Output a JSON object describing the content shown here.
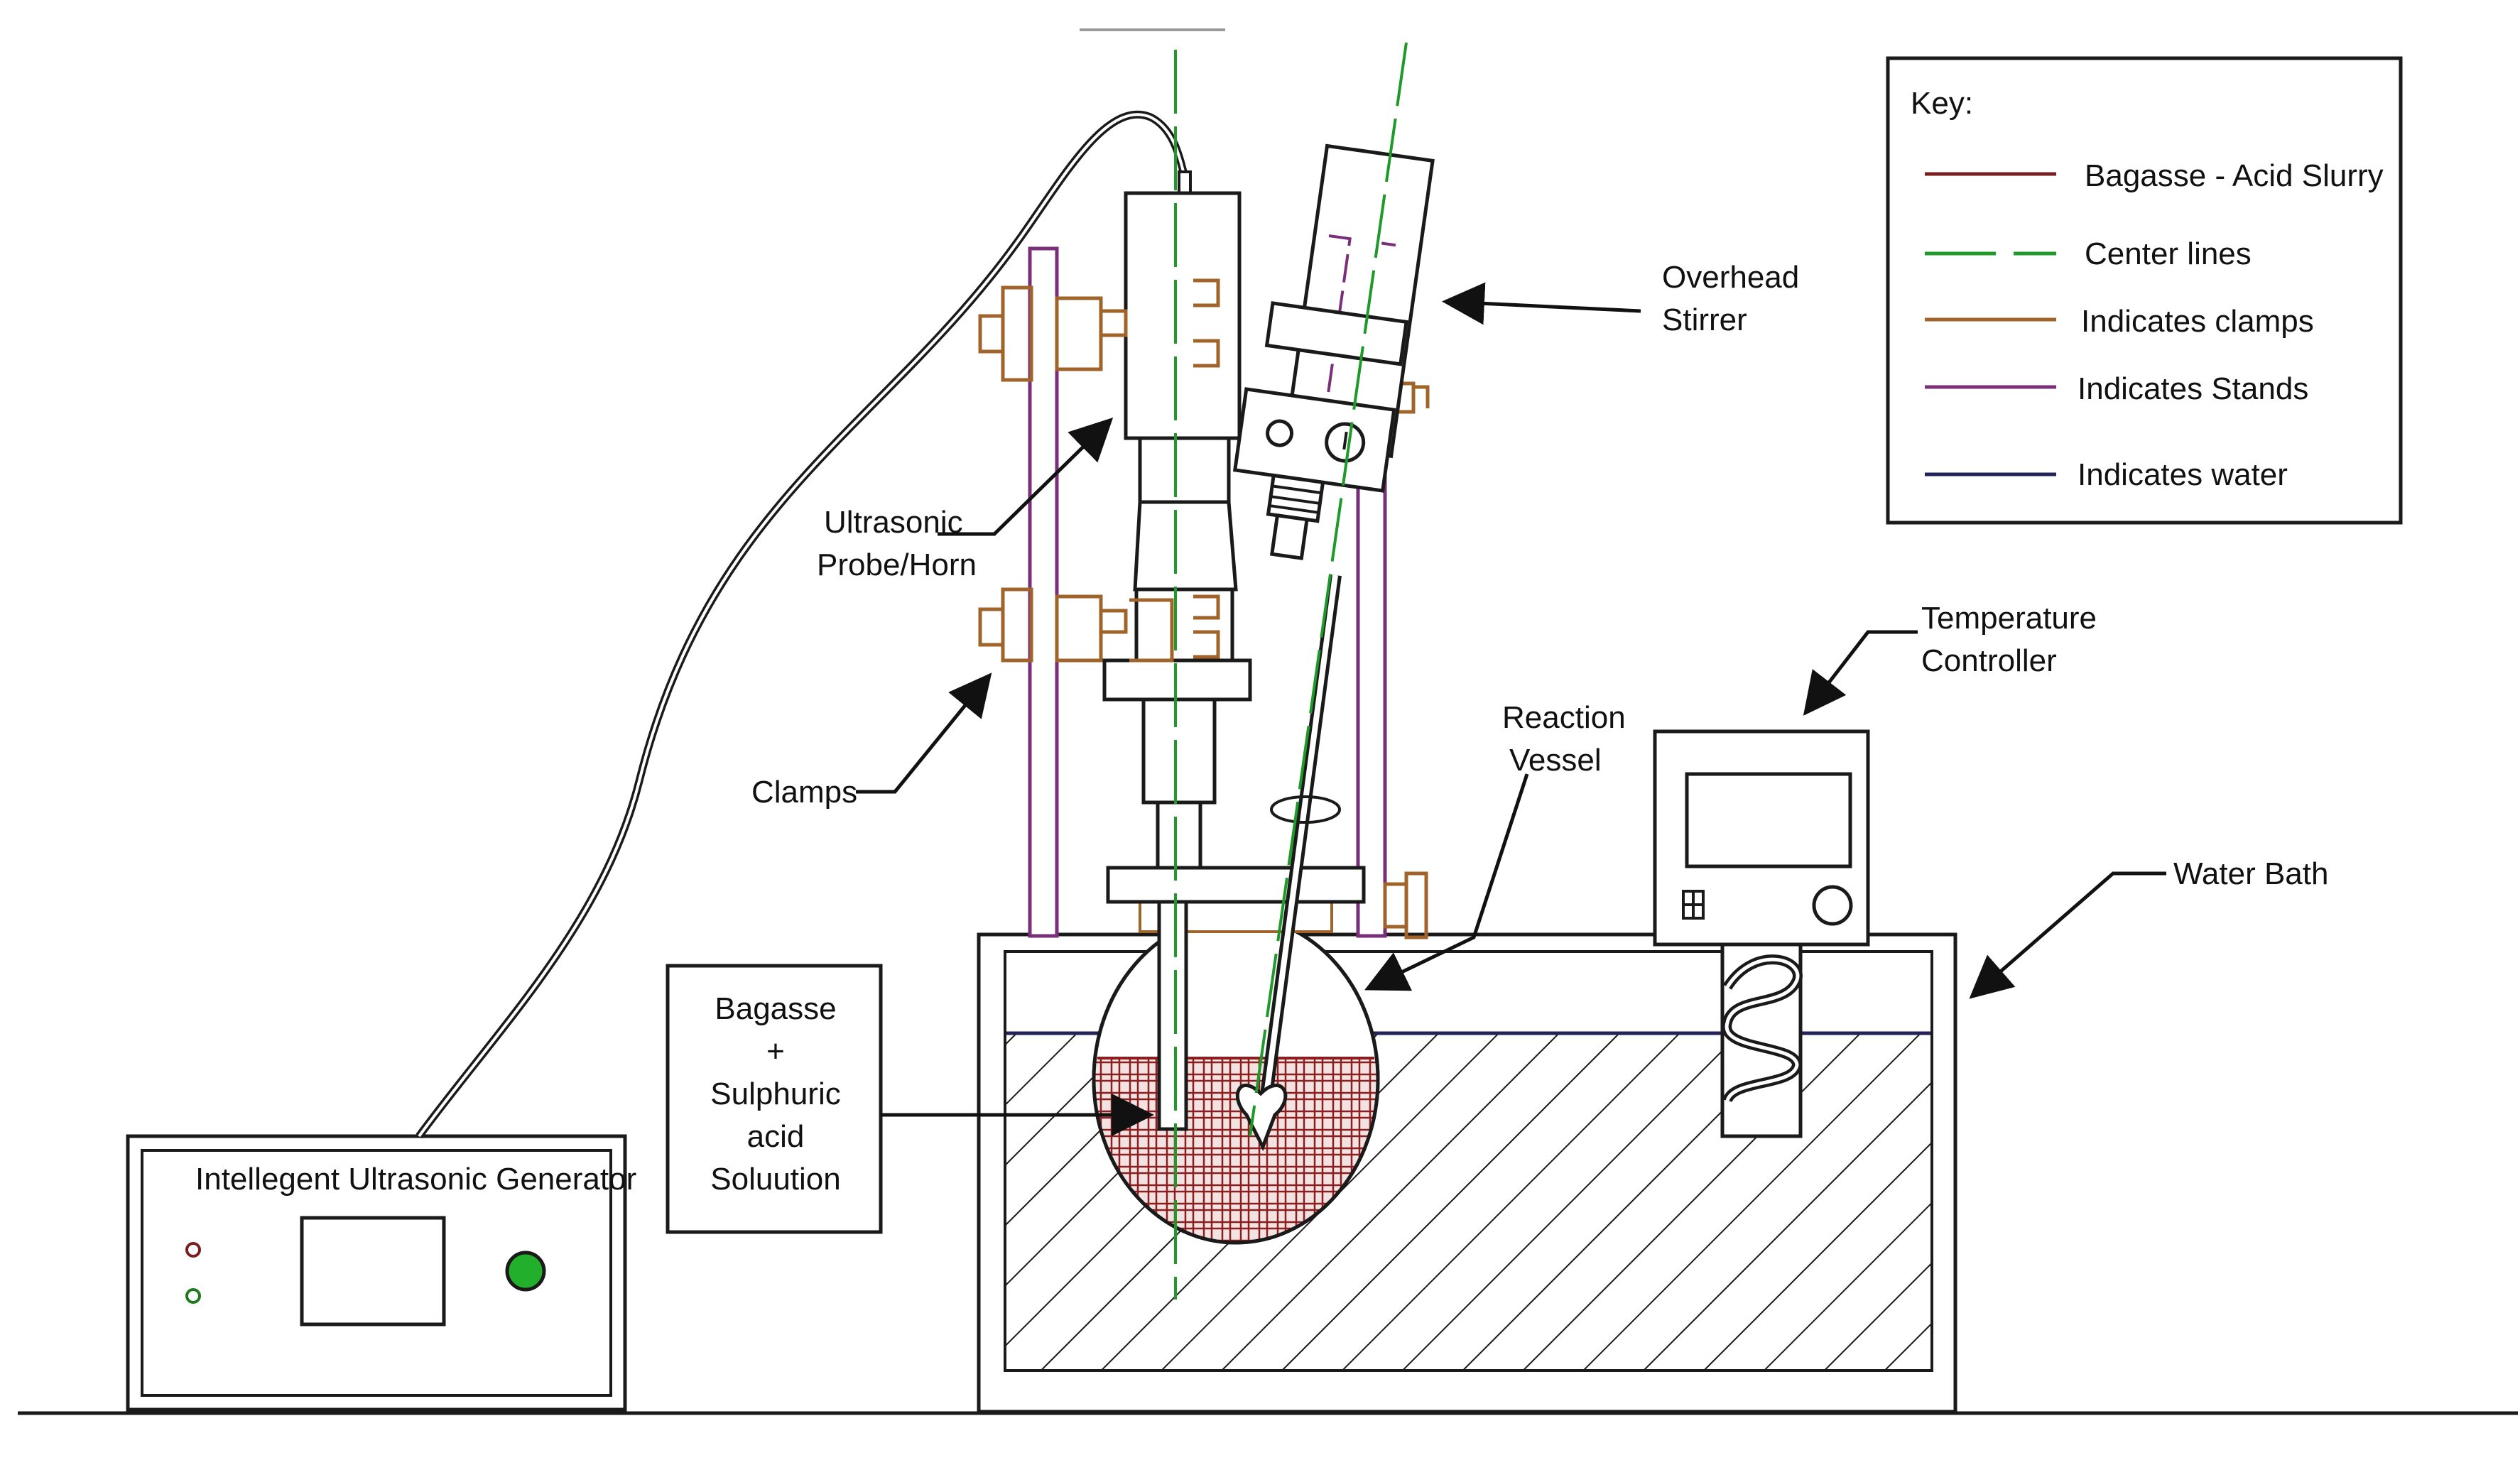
{
  "labels": {
    "overhead_stirrer": [
      "Overhead",
      "Stirrer"
    ],
    "ultrasonic_probe": [
      "Ultrasonic",
      "Probe/Horn"
    ],
    "clamps": "Clamps",
    "reaction_vessel": [
      "Reaction",
      "Vessel"
    ],
    "temperature_controller": [
      "Temperature",
      "Controller"
    ],
    "water_bath": "Water Bath",
    "solution_box": [
      "Bagasse",
      "+",
      "Sulphuric",
      "acid",
      "Soluution"
    ],
    "generator_title": "Intellegent Ultrasonic Generator"
  },
  "key": {
    "title": "Key:",
    "items": [
      {
        "label": "Bagasse - Acid Slurry",
        "color": "#7a1f1f",
        "style": "solid"
      },
      {
        "label": "Center lines",
        "color": "#1f9a2a",
        "style": "dashed"
      },
      {
        "label": "Indicates clamps",
        "color": "#a0642a",
        "style": "solid"
      },
      {
        "label": "Indicates Stands",
        "color": "#7a2f7a",
        "style": "solid"
      },
      {
        "label": "Indicates water",
        "color": "#23235a",
        "style": "solid"
      }
    ]
  },
  "colors": {
    "slurry": "#8b1f1f",
    "center": "#1f9a2a",
    "clamp": "#a0642a",
    "stand": "#7a2f7a",
    "water": "#23235a",
    "led_green": "#22b02c"
  }
}
